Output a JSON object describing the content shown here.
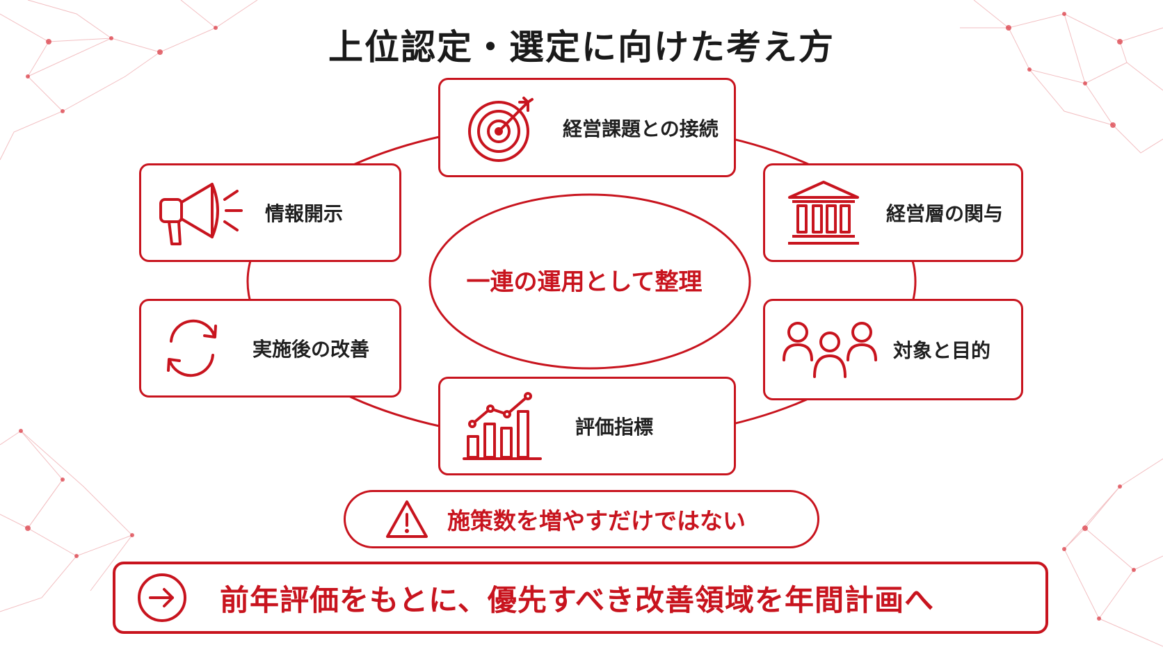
{
  "title": "上位認定・選定に向けた考え方",
  "center_label": "一連の運用として整理",
  "accent_color": "#c8141e",
  "cards": {
    "top": {
      "label": "経営課題との接続",
      "icon": "target-icon"
    },
    "top_left": {
      "label": "情報開示",
      "icon": "megaphone-icon"
    },
    "top_right": {
      "label": "経営層の関与",
      "icon": "institution-icon"
    },
    "bottom_left": {
      "label": "実施後の改善",
      "icon": "cycle-arrows-icon"
    },
    "bottom_right": {
      "label": "対象と目的",
      "icon": "people-group-icon"
    },
    "bottom": {
      "label": "評価指標",
      "icon": "growth-chart-icon"
    }
  },
  "warning": {
    "label": "施策数を増やすだけではない",
    "icon": "warning-icon"
  },
  "plan": {
    "label": "前年評価をもとに、優先すべき改善領域を年間計画へ",
    "icon": "arrow-circle-icon"
  }
}
